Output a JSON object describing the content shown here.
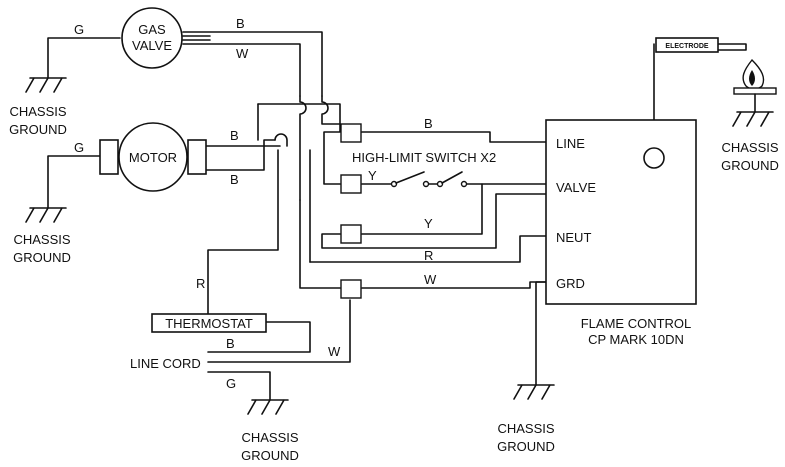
{
  "components": {
    "gas_valve": {
      "line1": "GAS",
      "line2": "VALVE"
    },
    "motor": {
      "label": "MOTOR"
    },
    "high_limit": {
      "label": "HIGH-LIMIT SWITCH X2"
    },
    "thermostat": {
      "label": "THERMOSTAT"
    },
    "line_cord": {
      "label": "LINE CORD"
    },
    "electrode": {
      "label": "ELECTRODE"
    },
    "flame_control": {
      "line1": "FLAME CONTROL",
      "line2": "CP MARK 10DN",
      "terminals": {
        "line": "LINE",
        "valve": "VALVE",
        "neut": "NEUT",
        "grd": "GRD"
      }
    }
  },
  "grounds": {
    "g1": {
      "line1": "CHASSIS",
      "line2": "GROUND"
    },
    "g2": {
      "line1": "CHASSIS",
      "line2": "GROUND"
    },
    "g3": {
      "line1": "CHASSIS",
      "line2": "GROUND"
    },
    "g4": {
      "line1": "CHASSIS",
      "line2": "GROUND"
    },
    "g5": {
      "line1": "CHASSIS",
      "line2": "GROUND"
    }
  },
  "wire_labels": {
    "gv_ground": "G",
    "gv_black": "B",
    "gv_white": "W",
    "motor_ground": "G",
    "motor_b1": "B",
    "motor_b2": "B",
    "line_b": "B",
    "yellow1": "Y",
    "yellow2": "Y",
    "red1": "R",
    "red2": "R",
    "white": "W",
    "cord_b": "B",
    "cord_w": "W",
    "cord_g": "G"
  }
}
